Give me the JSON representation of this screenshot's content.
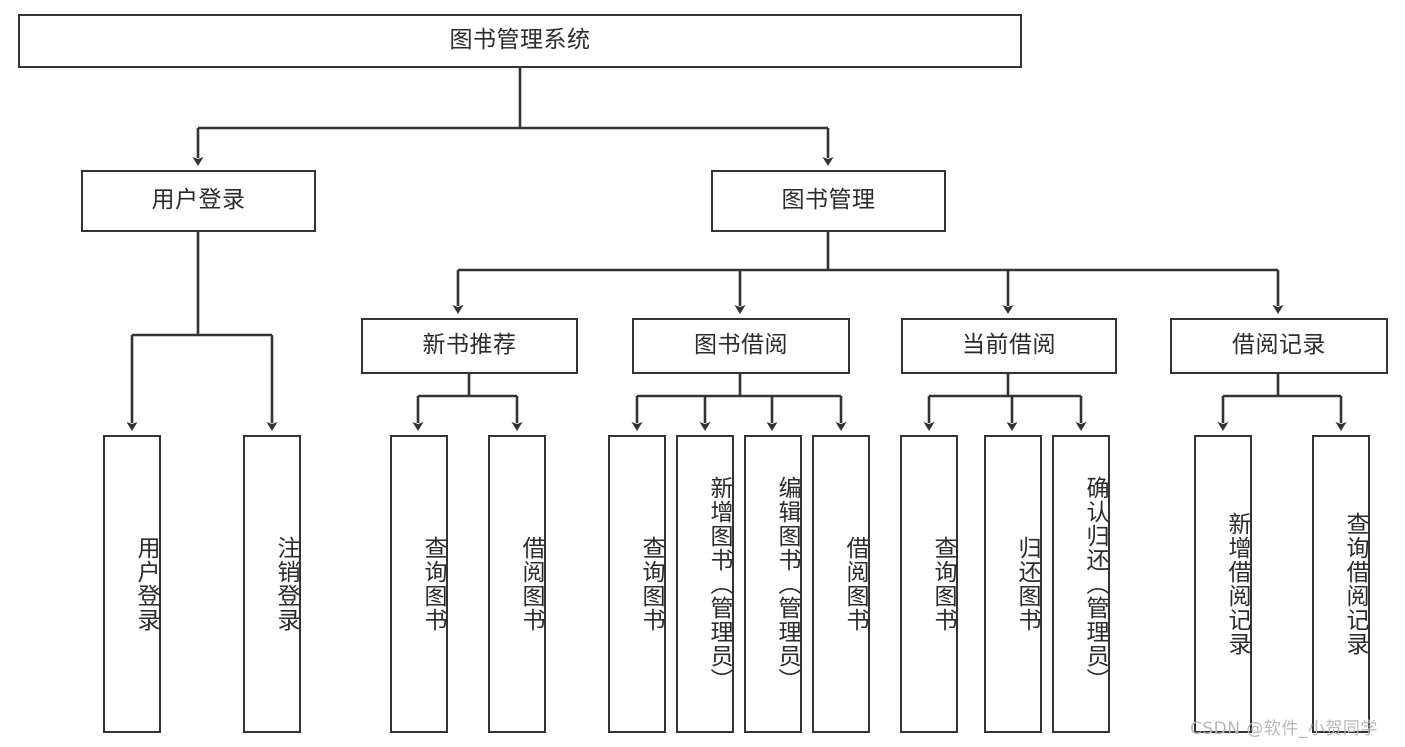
{
  "diagram": {
    "title": "图书管理系统",
    "type": "tree-hierarchy-chart",
    "root": {
      "label": "图书管理系统"
    },
    "level2": [
      {
        "label": "用户登录"
      },
      {
        "label": "图书管理"
      }
    ],
    "level3": [
      {
        "label": "新书推荐"
      },
      {
        "label": "图书借阅"
      },
      {
        "label": "当前借阅"
      },
      {
        "label": "借阅记录"
      }
    ],
    "leaves": {
      "user_login": [
        {
          "label": "用户登录"
        },
        {
          "label": "注销登录"
        }
      ],
      "new_book_recommend": [
        {
          "label": "查询图书"
        },
        {
          "label": "借阅图书"
        }
      ],
      "book_borrow": [
        {
          "label": "查询图书"
        },
        {
          "label": "新增图书（管理员）"
        },
        {
          "label": "编辑图书（管理员）"
        },
        {
          "label": "借阅图书"
        }
      ],
      "current_borrow": [
        {
          "label": "查询图书"
        },
        {
          "label": "归还图书"
        },
        {
          "label": "确认归还（管理员）"
        }
      ],
      "borrow_record": [
        {
          "label": "新增借阅记录"
        },
        {
          "label": "查询借阅记录"
        }
      ]
    }
  },
  "watermark": {
    "text": "CSDN @软件_小贺同学"
  },
  "colors": {
    "border": "#333333",
    "text": "#2b2b2b",
    "background": "#ffffff",
    "watermark": "#b8b8b8"
  }
}
